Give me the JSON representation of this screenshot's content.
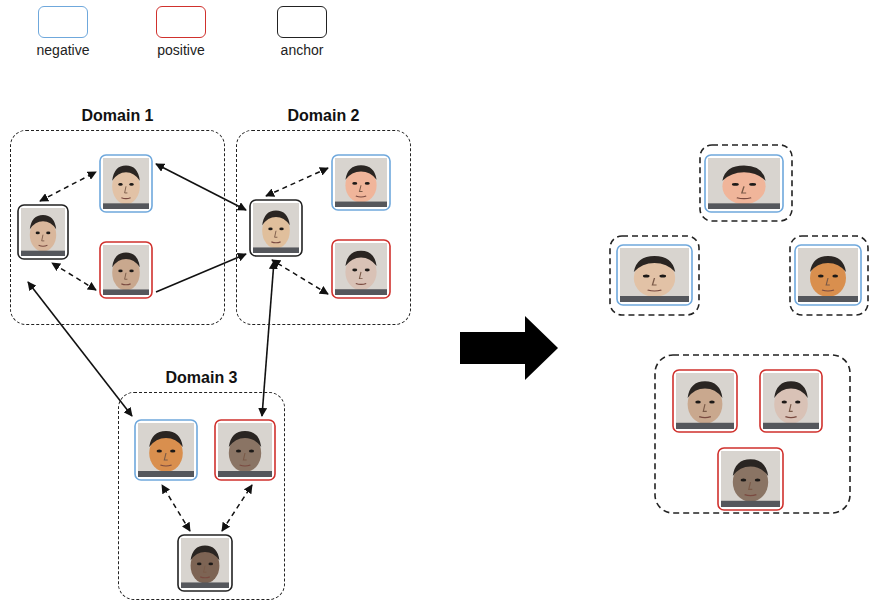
{
  "diagram": {
    "nodes": [
      {
        "text": [
          "Domain 1"
        ]
      },
      {
        "text": [
          "Domain 2"
        ]
      },
      {
        "text": [
          "Domain 3"
        ]
      }
    ],
    "legend": [
      {
        "text": "negative",
        "color": "#6fa8dc"
      },
      {
        "text": "positive",
        "color": "#d0312d"
      },
      {
        "text": "anchor",
        "color": "#222222"
      }
    ]
  }
}
